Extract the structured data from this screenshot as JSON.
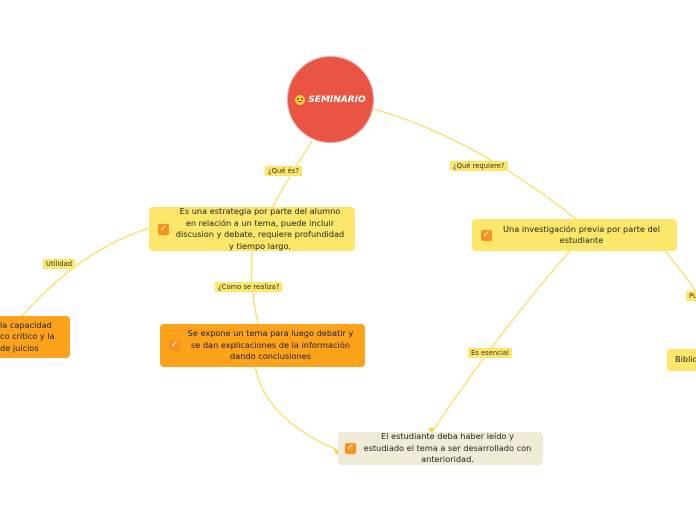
{
  "root": {
    "title": "SEMINARIO",
    "icon": "thinking-face-icon"
  },
  "nodes": {
    "definition": "Es una estrategia por parte del alumno en relación a un tema, puede incluir discusion y debate, requiere profundidad y tiempo largo.",
    "research": "Una investigación previa por parte del estudiante",
    "process": "Se expone un tema para luego debatir y se dan explicaciones de la información dando conclusiones",
    "student": "El estudiante deba haber leído y estudiado el tema a ser desarrollado con anterioridad.",
    "utility_partial": "la capacidad\nco critico y la\nde juicios",
    "biblio_partial": "Biblio"
  },
  "labels": {
    "que_es": "¿Qué és?",
    "que_requiere": "¿Qué requiere?",
    "como": "¿Como se realiza?",
    "utilidad": "Utilidad",
    "esencial": "Es esencial",
    "pu": "Pu"
  },
  "colors": {
    "root": "#ea5443",
    "yellow_node": "#fde76a",
    "orange_node": "#fca21b",
    "beige_node": "#efebd6",
    "connector": "#f9d94a",
    "check": "#f7931e"
  }
}
